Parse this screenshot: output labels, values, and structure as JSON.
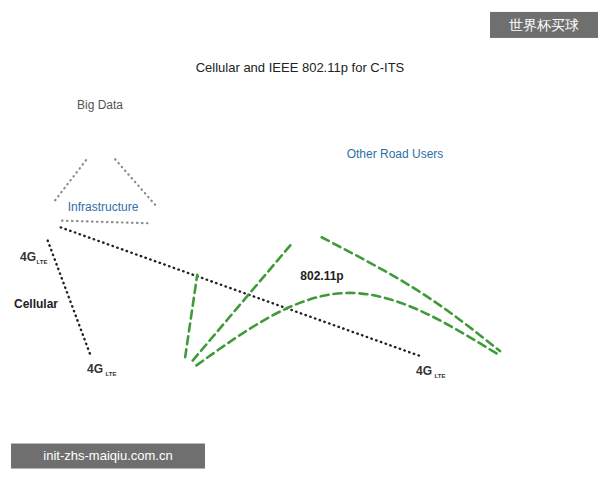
{
  "diagram": {
    "title": "Cellular and IEEE 802.11p for C-ITS",
    "nodes": [
      {
        "text": [
          "Infrastructure"
        ]
      },
      {
        "text": [
          "Big Data"
        ],
        "in": 0
      },
      {
        "text": [
          "4G",
          "LTE"
        ],
        "in": 0
      },
      {
        "text": [],
        "in": 0
      },
      {
        "text": []
      },
      {
        "text": [
          "Other Road Users"
        ]
      },
      {
        "text": []
      },
      {
        "text": [
          "4G",
          "LTE"
        ]
      },
      {
        "text": [],
        "in": 7
      },
      {
        "text": [
          "4G",
          "LTE"
        ]
      },
      {
        "text": [],
        "in": 9
      }
    ],
    "edges": [
      {
        "from": 1,
        "to": 2,
        "arrow": "none"
      },
      {
        "from": 1,
        "to": 3,
        "arrow": "none"
      },
      {
        "from": 2,
        "to": 3,
        "arrow": "none"
      },
      {
        "from": 2,
        "to": 7,
        "arrow": "none",
        "label": "Cellular"
      },
      {
        "from": 2,
        "to": 9,
        "arrow": "none"
      },
      {
        "from": 8,
        "to": 4,
        "arrow": "none"
      },
      {
        "from": 8,
        "to": 6,
        "arrow": "none"
      },
      {
        "from": 8,
        "to": 10,
        "arrow": "none",
        "label": "802.11p"
      },
      {
        "from": 6,
        "to": 10,
        "arrow": "none"
      }
    ],
    "labels": [
      "世界杯买球",
      "init-zhs-maiqiu.com.cn"
    ]
  }
}
